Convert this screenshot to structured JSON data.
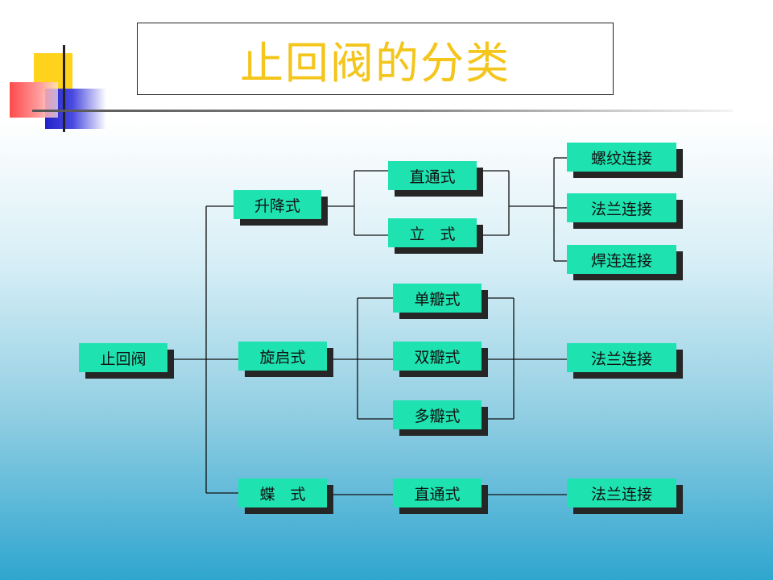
{
  "title": "止回阀的分类",
  "nodes": {
    "root": "止回阀",
    "lift": "升降式",
    "swing": "旋启式",
    "butterfly": "蝶　式",
    "straight_through_1": "直通式",
    "vertical": "立　式",
    "single_disc": "单瓣式",
    "double_disc": "双瓣式",
    "multi_disc": "多瓣式",
    "straight_through_2": "直通式",
    "threaded": "螺纹连接",
    "flanged_1": "法兰连接",
    "welded": "焊连连接",
    "flanged_2": "法兰连接",
    "flanged_3": "法兰连接"
  },
  "colors": {
    "node_fill": "#1ee3b0",
    "node_shadow": "#262626",
    "title_text": "#f4c51a"
  }
}
